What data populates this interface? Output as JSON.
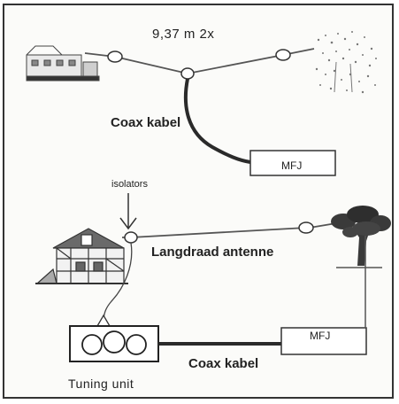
{
  "top_diagram": {
    "span_label": "9,37 m 2x",
    "coax_label": "Coax kabel",
    "mfj_label": "MFJ"
  },
  "bottom_diagram": {
    "insulators_label": "isolators",
    "antenna_label": "Langdraad antenne",
    "mfj_label": "MFJ",
    "coax_label": "Coax kabel",
    "tuning_label": "Tuning unit"
  },
  "colors": {
    "wire": "#555555",
    "coax": "#2a2a2a",
    "border": "#333333",
    "foliage": "#3a3a3a"
  },
  "icons": [
    "house-icon",
    "tree-icon",
    "insulator-icon",
    "arrow-icon"
  ]
}
